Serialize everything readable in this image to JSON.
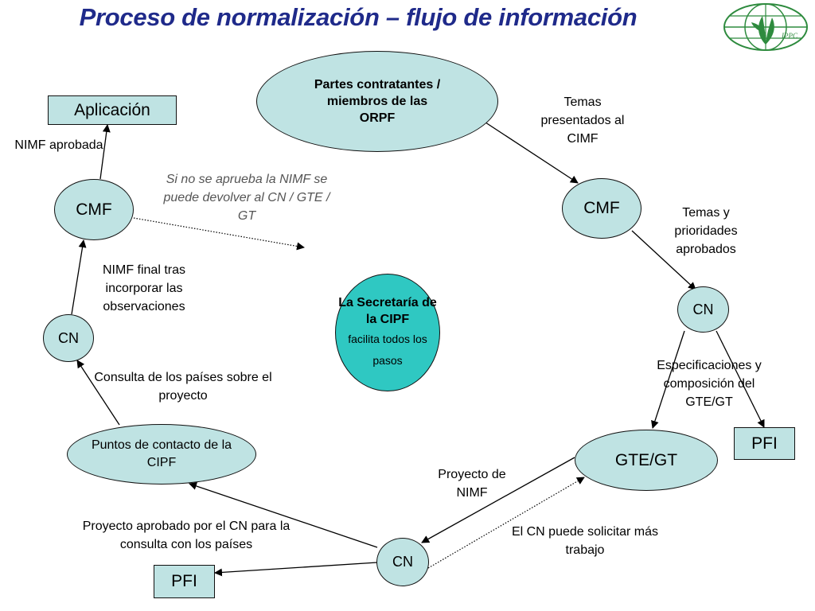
{
  "title": "Proceso de normalización – flujo de información",
  "logo": {
    "icon": "ippc-logo-icon",
    "text": "IPPC"
  },
  "nodes": {
    "partes": "Partes contratantes / miembros de las ORPF",
    "cmf_right": "CMF",
    "cn_right": "CN",
    "gte": "GTE/GT",
    "pfi_right": "PFI",
    "cn_bottom": "CN",
    "pfi_bottom": "PFI",
    "puntos": "Puntos de contacto de la CIPF",
    "cn_left": "CN",
    "cmf_left": "CMF",
    "aplicacion": "Aplicación",
    "secretaria_title": "La Secretaría de la CIPF",
    "secretaria_sub": "facilita todos los pasos"
  },
  "labels": {
    "temas_presentados": "Temas presentados al CIMF",
    "temas_prioridades": "Temas y prioridades aprobados",
    "especificaciones": "Especificaciones y composición del GTE/GT",
    "proyecto_nimf": "Proyecto de NIMF",
    "solicitar": "El CN puede solicitar más trabajo",
    "aprobado_consulta": "Proyecto aprobado por el CN para la consulta con los países",
    "consulta_paises": "Consulta de los países sobre el proyecto",
    "nimf_final": "NIMF final tras incorporar las observaciones",
    "nimf_aprobada": "NIMF aprobada",
    "si_no_aprueba": "Si no se aprueba la NIMF se puede devolver al CN / GTE / GT"
  },
  "colors": {
    "title": "#1f2a8a",
    "node_fill": "#bfe3e3",
    "secretaria_fill": "#2fc8c2",
    "logo_green": "#2e8b3e",
    "note_gray": "#555555"
  }
}
